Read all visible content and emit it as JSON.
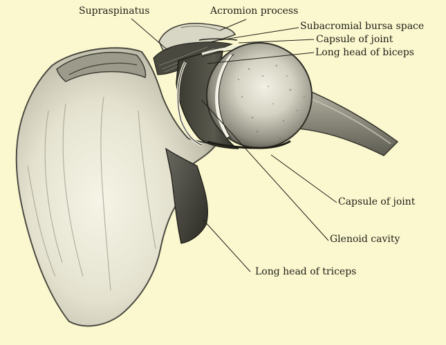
{
  "figure": {
    "labels": {
      "supraspinatus": "Supraspinatus",
      "acromion": "Acromion process",
      "subacromial": "Subacromial bursa space",
      "capsule_top": "Capsule of joint",
      "biceps": "Long head of biceps",
      "capsule_bottom": "Capsule of joint",
      "glenoid": "Glenoid cavity",
      "triceps": "Long head of triceps"
    }
  },
  "colors": {
    "background": "#fbf8cf",
    "ink": "#1e1d16",
    "bone_light": "#efeddd",
    "bone_shadow": "#8c8a7a",
    "cavity_dark": "#2c2b24"
  }
}
